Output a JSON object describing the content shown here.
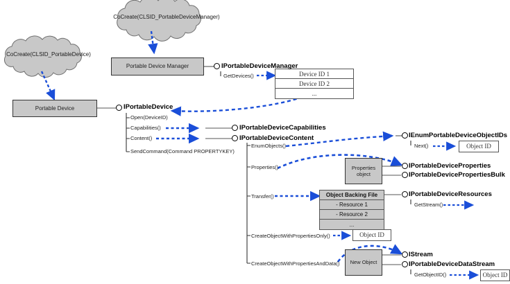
{
  "diagram": {
    "title": "Windows Portable Devices API object model",
    "colors": {
      "arrow": "#1a4ed8",
      "connector": "#555555",
      "node_fill": "#c8c8c8",
      "node_stroke": "#333333",
      "cloud_fill": "#c8c8c8",
      "cloud_stroke": "#6e6e6e",
      "text": "#000000",
      "background": "#ffffff"
    },
    "clouds": [
      {
        "id": "cloud-cocreate-manager",
        "label": "CoCreate(CLSID_PortableDeviceManager)"
      },
      {
        "id": "cloud-cocreate-device",
        "label": "CoCreate(CLSID_PortableDevice)"
      }
    ],
    "objects": [
      {
        "id": "portable-device-manager",
        "label": "Portable Device Manager"
      },
      {
        "id": "portable-device",
        "label": "Portable Device"
      },
      {
        "id": "properties-object",
        "label": "Properties object"
      },
      {
        "id": "new-object",
        "label": "New Object"
      }
    ],
    "value_boxes": [
      {
        "id": "object-id-next",
        "label": "Object ID"
      },
      {
        "id": "object-id-create-props-only",
        "label": "Object ID"
      },
      {
        "id": "object-id-getobjectid",
        "label": "Object ID"
      }
    ],
    "stacks": [
      {
        "id": "device-id-list",
        "rows": [
          "Device ID 1",
          "Device ID 2",
          "..."
        ]
      },
      {
        "id": "object-backing-file",
        "header": "Object Backing File",
        "rows": [
          "- Resource 1",
          "- Resource 2",
          "..."
        ]
      }
    ],
    "interfaces": [
      {
        "id": "iportabledevicemanager",
        "name": "IPortableDeviceManager",
        "methods": [
          "GetDevices()"
        ]
      },
      {
        "id": "iportabledevice",
        "name": "IPortableDevice",
        "methods": [
          "Open(DeviceID)",
          "Capabilities()",
          "Content()",
          "SendCommand(Command PROPERTYKEY)"
        ]
      },
      {
        "id": "iportabledevicecapabilities",
        "name": "IPortableDeviceCapabilities",
        "methods": []
      },
      {
        "id": "iportabledevicecontent",
        "name": "IPortableDeviceContent",
        "methods": [
          "EnumObjects()",
          "Properties()",
          "Transfer()",
          "CreateObjectWithPropertiesOnly()",
          "CreateObjectWithPropertiesAndData()"
        ]
      },
      {
        "id": "ienumportabledeviceobjectids",
        "name": "IEnumPortableDeviceObjectIDs",
        "methods": [
          "Next()"
        ]
      },
      {
        "id": "iportabledeviceproperties",
        "name": "IPortableDeviceProperties",
        "methods": []
      },
      {
        "id": "iportabledevicepropertiesbulk",
        "name": "IPortableDevicePropertiesBulk",
        "methods": []
      },
      {
        "id": "iportabledeviceresources",
        "name": "IPortableDeviceResources",
        "methods": [
          "GetStream()"
        ]
      },
      {
        "id": "istream",
        "name": "IStream",
        "methods": []
      },
      {
        "id": "iportabledevicedatastream",
        "name": "IPortableDeviceDataStream",
        "methods": [
          "GetObjectID()"
        ]
      }
    ]
  }
}
